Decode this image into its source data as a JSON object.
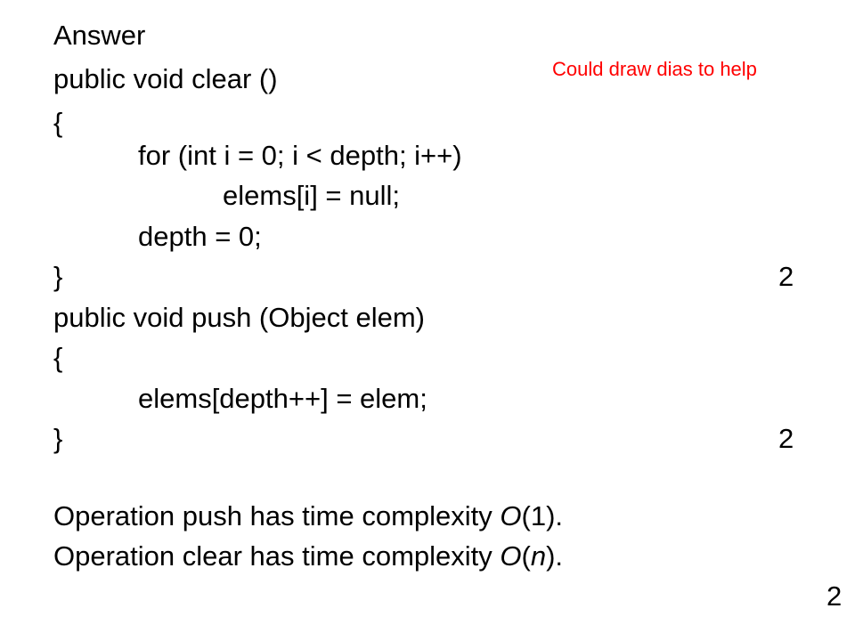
{
  "answer_heading": "Answer",
  "clear_method": {
    "signature": "public void clear ()",
    "open_brace": "{",
    "for_loop": "for (int i = 0; i < depth; i++)",
    "loop_body": "elems[i] = null;",
    "reset": "depth = 0;",
    "close_brace": "}"
  },
  "push_method": {
    "signature": "public void push (Object elem)",
    "open_brace": "{",
    "body": "elems[depth++] = elem;",
    "close_brace": "}"
  },
  "complexity": {
    "push_prefix": "Operation push has time complexity ",
    "push_big_o": "O",
    "push_arg": "(1).",
    "clear_prefix": "Operation clear has time complexity ",
    "clear_big_o": "O",
    "clear_arg_open": "(",
    "clear_var": "n",
    "clear_arg_close": ")."
  },
  "marks": {
    "clear_mark": "2",
    "push_mark": "2",
    "complexity_mark": "2"
  },
  "margin_note": "Could draw dias to help",
  "colors": {
    "text": "#000000",
    "note": "#ff0000",
    "background": "#ffffff"
  }
}
